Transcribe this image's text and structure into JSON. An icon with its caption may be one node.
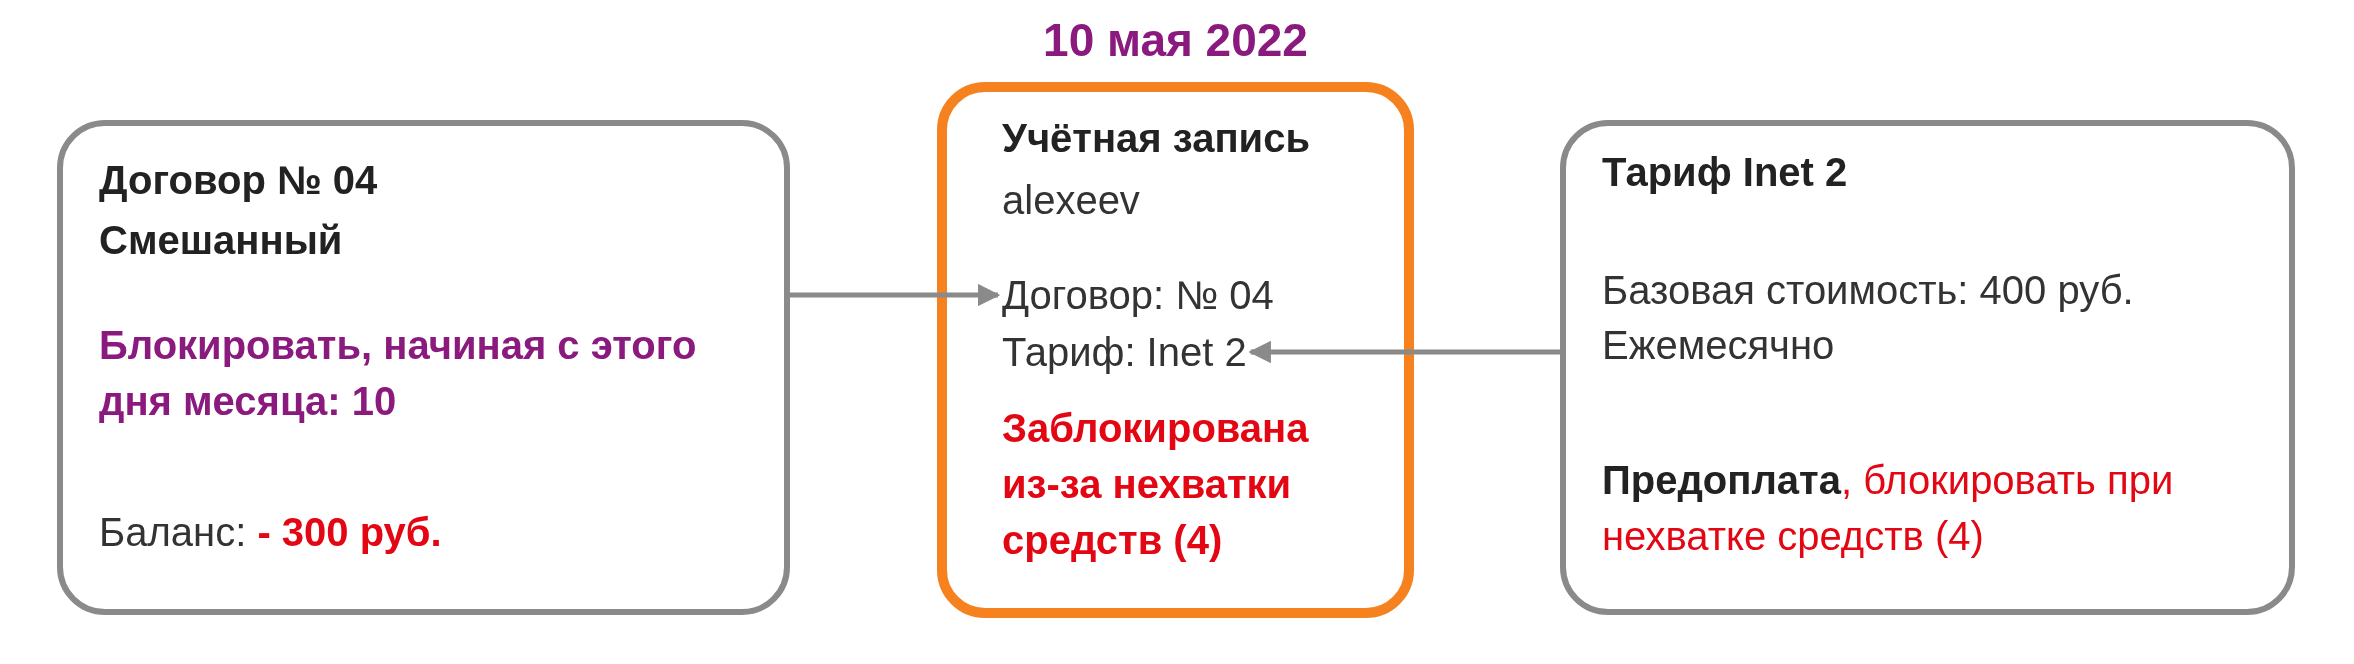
{
  "diagram": {
    "nodes": [
      {
        "text": [
          "Договор № 04",
          "Смешанный",
          "Блокировать, начиная с этого дня месяца: 10",
          "Баланс: **- 300 руб.**"
        ]
      },
      {
        "text": [
          "Учётная запись",
          "alexeev",
          "Заблокирована из-за нехватки средств (4)"
        ],
        "beside": [
          "10 мая 2022"
        ]
      },
      {
        "text": [
          "Договор: № 04"
        ],
        "in": 1
      },
      {
        "text": [
          "Тариф: Inet 2"
        ],
        "in": 1
      },
      {
        "text": [
          "Тариф Inet 2",
          "Базовая стоимость: 400 руб.",
          "Ежемесячно",
          "**Предоплата**, блокировать при нехватке средств (4)"
        ]
      }
    ],
    "edges": [
      {
        "from": 0,
        "to": 2,
        "arrow": "to"
      },
      {
        "from": 4,
        "to": 3,
        "arrow": "to"
      }
    ]
  }
}
